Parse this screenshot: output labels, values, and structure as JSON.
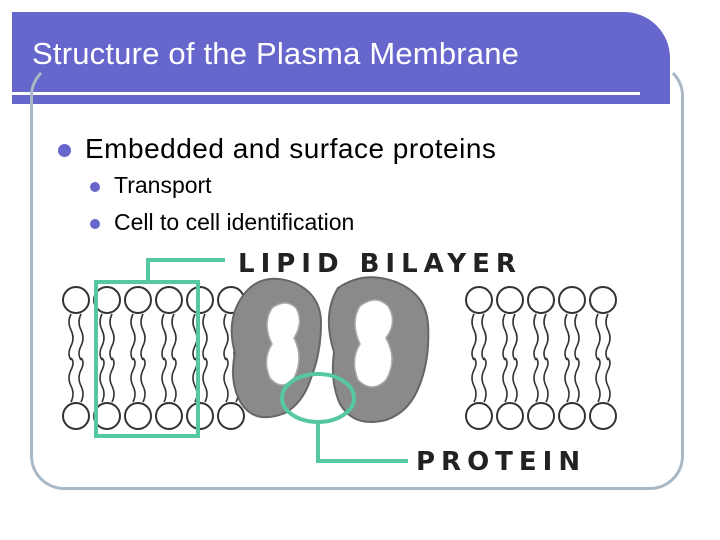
{
  "slide": {
    "title": "Structure of the Plasma Membrane",
    "bullets": [
      {
        "text": "Embedded and surface proteins",
        "sub": [
          "Transport",
          "Cell to cell identification"
        ]
      }
    ]
  },
  "diagram": {
    "label_top": "LIPID BILAYER",
    "label_bottom": "PROTEIN",
    "colors": {
      "lipid_head": "#ffffff",
      "lipid_outline": "#333333",
      "protein": "#8a8a8a",
      "callout": "#55c8a0"
    }
  },
  "theme": {
    "accent": "#6666cc",
    "frame": "#a9b8c5"
  }
}
